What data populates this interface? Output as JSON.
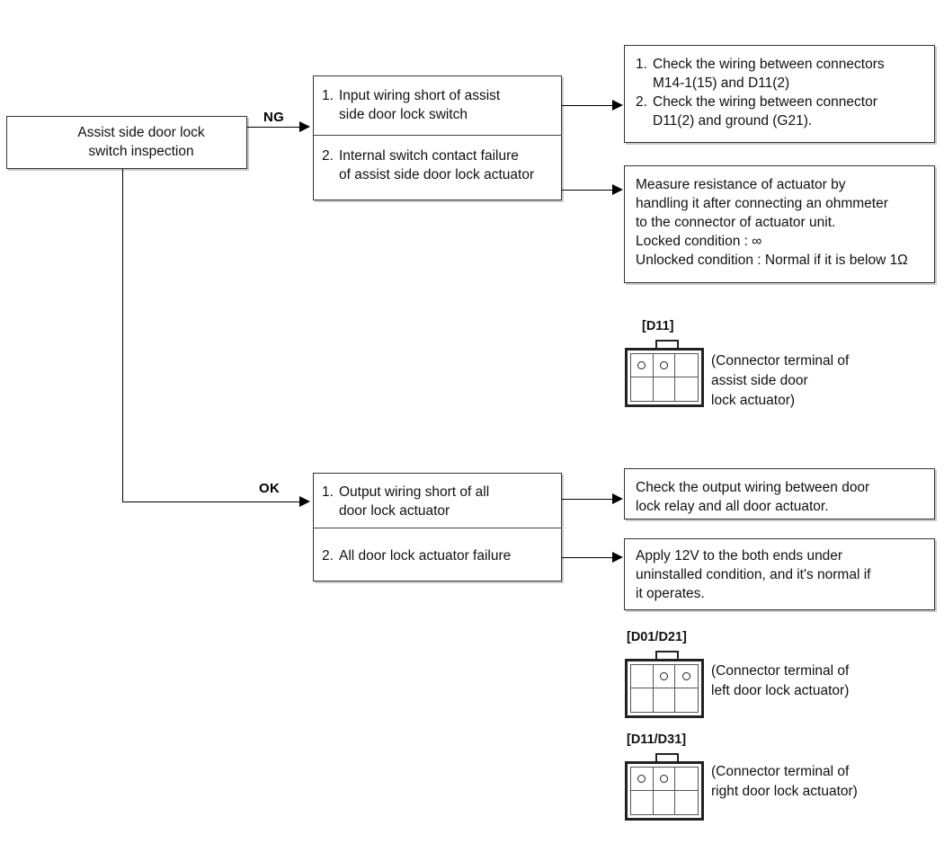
{
  "diagram": {
    "title": "Assist side door lock switch inspection troubleshooting flow",
    "type": "flowchart"
  },
  "start_box": {
    "line1": "Assist side door lock",
    "line2": "switch inspection"
  },
  "edges": {
    "ng_label": "NG",
    "ok_label": "OK"
  },
  "ng_branch": {
    "causes": [
      {
        "number": "1.",
        "text": "Input wiring short of assist\nside door lock switch"
      },
      {
        "number": "2.",
        "text": "Internal switch contact failure\nof assist side door lock actuator"
      }
    ],
    "action_1": {
      "items": [
        {
          "number": "1.",
          "text": "Check the wiring between connectors\nM14-1(15) and D11(2)"
        },
        {
          "number": "2.",
          "text": "Check the wiring between connector\nD11(2) and ground (G21)."
        }
      ]
    },
    "action_2": {
      "text": "Measure resistance of actuator by\nhandling it after connecting an ohmmeter\nto the connector of actuator unit.\nLocked condition : ∞\nUnlocked condition : Normal if it is below 1Ω"
    }
  },
  "ok_branch": {
    "causes": [
      {
        "number": "1.",
        "text": "Output wiring short of all\ndoor lock actuator"
      },
      {
        "number": "2.",
        "text": "All door lock actuator failure"
      }
    ],
    "action_1": {
      "text": "Check the output wiring between door\nlock relay and all door actuator."
    },
    "action_2": {
      "text": "Apply 12V to the both ends under\nuninstalled condition, and it's normal if\nit operates."
    }
  },
  "connectors": [
    {
      "id": "D11",
      "label": "[D11]",
      "caption": "(Connector terminal of\n  assist side door\n  lock actuator)",
      "pins": [
        true,
        true,
        false,
        false,
        false,
        false
      ]
    },
    {
      "id": "D01-D21",
      "label": "[D01/D21]",
      "caption": "(Connector terminal of\n  left door lock actuator)",
      "pins": [
        false,
        true,
        true,
        false,
        false,
        false
      ]
    },
    {
      "id": "D11-D31",
      "label": "[D11/D31]",
      "caption": "(Connector terminal of\n  right door  lock actuator)",
      "pins": [
        true,
        true,
        false,
        false,
        false,
        false
      ]
    }
  ],
  "colors": {
    "line": "#000000",
    "box_border": "#333333",
    "box_shadow": "#c9c9c9",
    "text": "#111111",
    "background": "#ffffff"
  }
}
